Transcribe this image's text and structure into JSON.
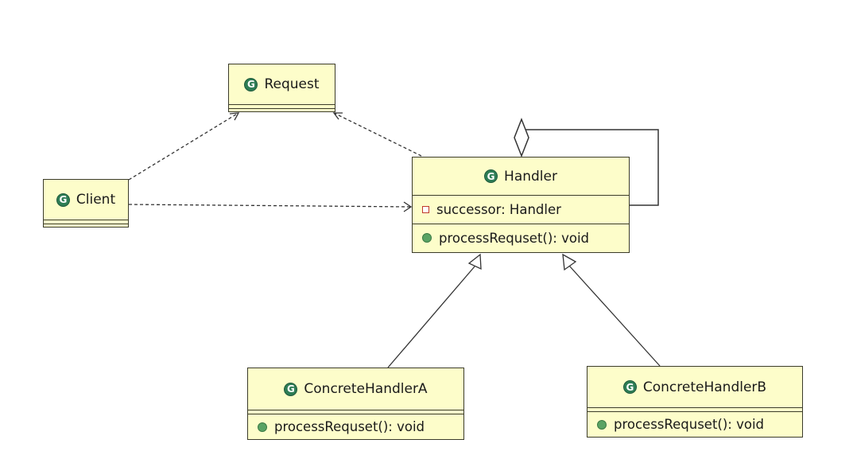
{
  "classes": {
    "request": {
      "name": "Request",
      "icon": "class-icon",
      "fields": [],
      "methods": []
    },
    "client": {
      "name": "Client",
      "icon": "class-icon",
      "fields": [],
      "methods": []
    },
    "handler": {
      "name": "Handler",
      "icon": "class-icon",
      "fields": [
        {
          "text": "successor: Handler",
          "visibility": "private"
        }
      ],
      "methods": [
        {
          "text": "processRequset(): void",
          "visibility": "public"
        }
      ]
    },
    "concrete_a": {
      "name": "ConcreteHandlerA",
      "icon": "class-icon",
      "fields": [],
      "methods": [
        {
          "text": "processRequset(): void",
          "visibility": "public"
        }
      ]
    },
    "concrete_b": {
      "name": "ConcreteHandlerB",
      "icon": "class-icon",
      "fields": [],
      "methods": [
        {
          "text": "processRequset(): void",
          "visibility": "public"
        }
      ]
    }
  },
  "icon_glyph": "G",
  "relations": [
    {
      "from": "client",
      "to": "request",
      "type": "dependency"
    },
    {
      "from": "client",
      "to": "handler",
      "type": "dependency"
    },
    {
      "from": "handler",
      "to": "request",
      "type": "dependency"
    },
    {
      "from": "handler",
      "to": "handler",
      "type": "aggregation"
    },
    {
      "from": "concrete_a",
      "to": "handler",
      "type": "generalization"
    },
    {
      "from": "concrete_b",
      "to": "handler",
      "type": "generalization"
    }
  ],
  "colors": {
    "class_fill": "#fdfdca",
    "class_border": "#3b3b2a",
    "class_icon": "#2e7d55",
    "private_icon": "#c0392b",
    "public_icon": "#5aa364",
    "line": "#333333"
  }
}
